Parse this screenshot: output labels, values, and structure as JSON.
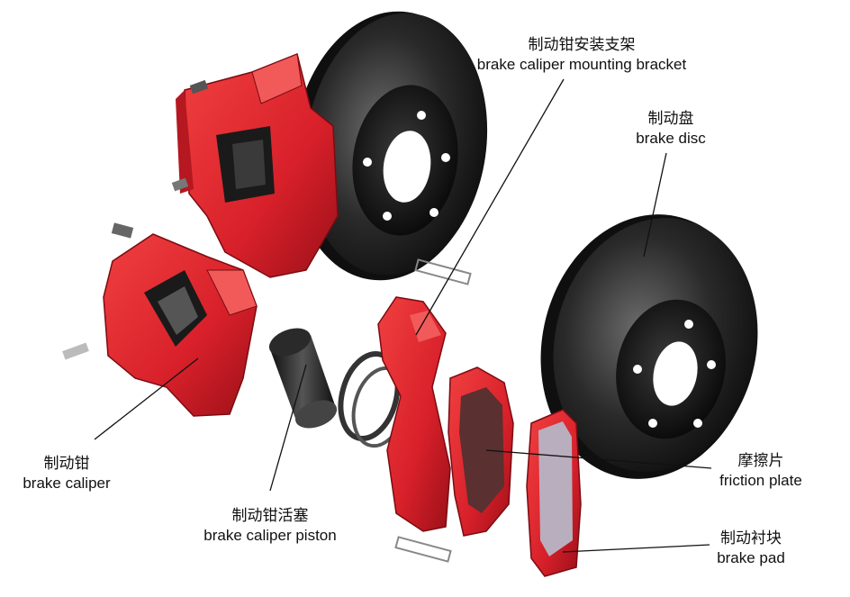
{
  "labels": {
    "mounting_bracket": {
      "zh": "制动钳安装支架",
      "en": "brake caliper mounting bracket"
    },
    "brake_disc": {
      "zh": "制动盘",
      "en": "brake disc"
    },
    "brake_caliper": {
      "zh": "制动钳",
      "en": "brake caliper"
    },
    "caliper_piston": {
      "zh": "制动钳活塞",
      "en": "brake caliper piston"
    },
    "friction_plate": {
      "zh": "摩擦片",
      "en": "friction plate"
    },
    "brake_pad": {
      "zh": "制动衬块",
      "en": "brake pad"
    }
  },
  "colors": {
    "caliper_red": "#d8202a",
    "caliper_dark": "#8e0f16",
    "disc_black": "#1a1a1a",
    "disc_grey": "#4a4a4a",
    "pad_lining": "#5a3030",
    "pad_lining_light": "#b9aebe"
  }
}
